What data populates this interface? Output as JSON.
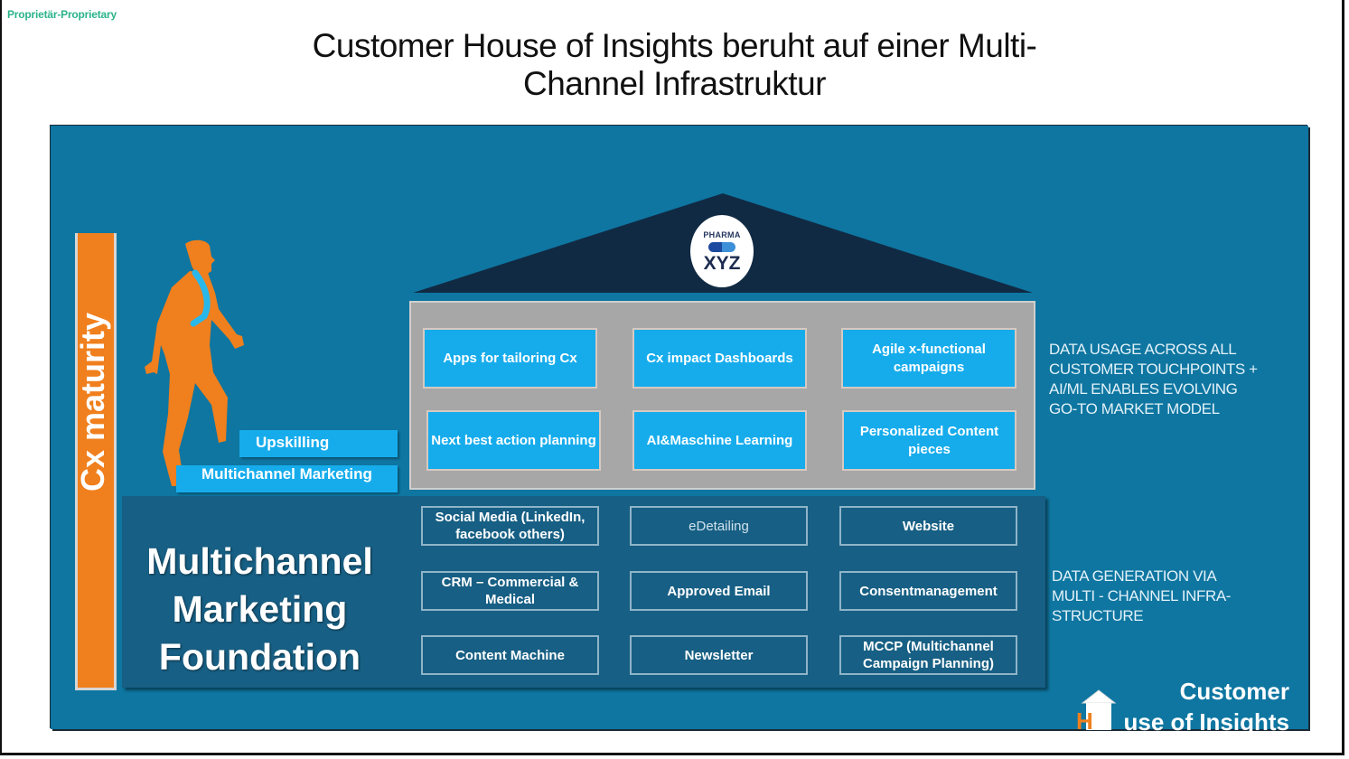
{
  "header": {
    "proprietary_label": "Proprietär-Proprietary",
    "title_line1": "Customer House of Insights beruht auf einer Multi-",
    "title_line2": "Channel Infrastruktur"
  },
  "maturity": {
    "arrow_label": "Cx maturity",
    "steps": [
      "Upskilling",
      "Multichannel Marketing"
    ]
  },
  "house": {
    "logo_top": "PHARMA",
    "logo_bottom": "XYZ",
    "pillars": [
      "Apps for tailoring Cx",
      "Cx impact Dashboards",
      "Agile x-functional campaigns",
      "Next best action planning",
      "AI&Maschine Learning",
      "Personalized Content pieces"
    ]
  },
  "foundation": {
    "title_lines": [
      "Multichannel",
      "Marketing",
      "Foundation"
    ],
    "channels": [
      "Social Media (LinkedIn, facebook others)",
      "eDetailing",
      "Website",
      "CRM – Commercial & Medical",
      "Approved Email",
      "Consentmanagement",
      "Content Machine",
      "Newsletter",
      "MCCP (Multichannel Campaign Planning)"
    ]
  },
  "annotations": {
    "data_usage": [
      "DATA USAGE ACROSS ALL",
      "CUSTOMER TOUCHPOINTS +",
      "AI/ML ENABLES EVOLVING",
      "GO-TO MARKET MODEL"
    ],
    "data_generation": [
      "DATA GENERATION  VIA",
      "MULTI - CHANNEL INFRA-",
      "STRUCTURE"
    ]
  },
  "brand": {
    "line1": "Customer",
    "line2_prefix": "H",
    "line2_rest": "use of Insights"
  },
  "colors": {
    "panel": "#0e76a1",
    "foundation": "#175f84",
    "accent_orange": "#f07f1d",
    "tile_blue": "#16acec",
    "roof": "#112a44",
    "house_body": "#a7a7a7",
    "proprietary_green": "#2bb38a"
  }
}
